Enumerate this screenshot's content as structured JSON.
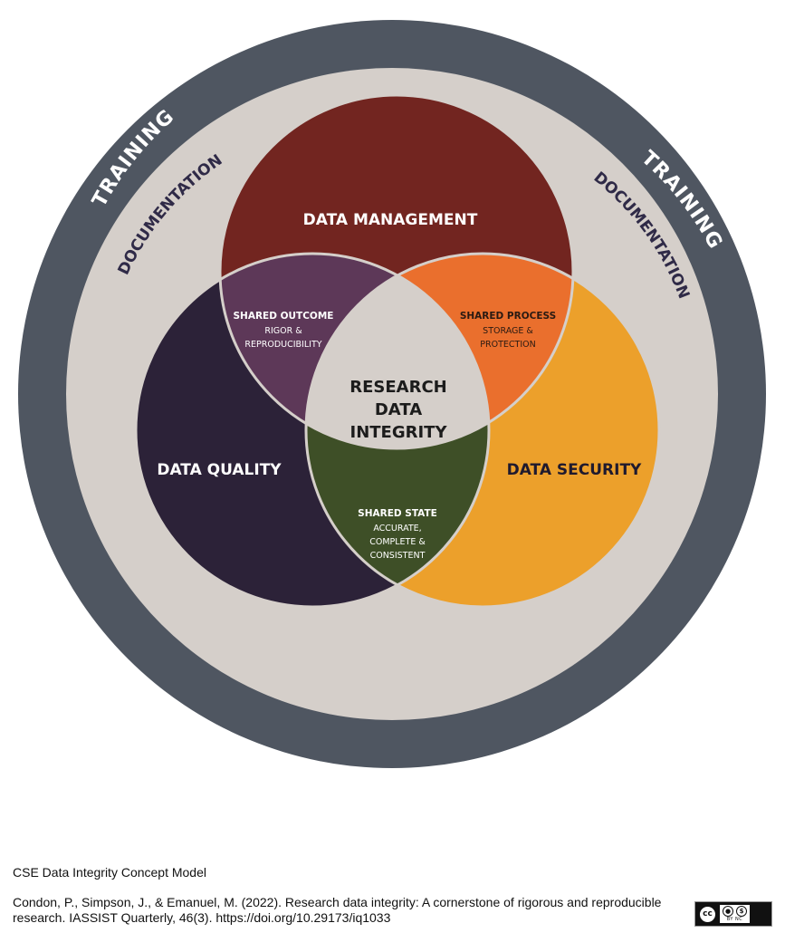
{
  "diagram": {
    "outer_ring": {
      "left_label": "TRAINING",
      "right_label": "TRAINING",
      "color": "#4f5661"
    },
    "inner_ring": {
      "left_label": "DOCUMENTATION",
      "right_label": "DOCUMENTATION",
      "color": "#d5cfca"
    },
    "circles": {
      "management": {
        "label": "DATA MANAGEMENT",
        "color": "#722520"
      },
      "quality": {
        "label": "DATA QUALITY",
        "color": "#2c2238"
      },
      "security": {
        "label": "DATA SECURITY",
        "color": "#eca02b"
      }
    },
    "overlaps": {
      "outcome": {
        "title": "SHARED OUTCOME",
        "line1": "RIGOR &",
        "line2": "REPRODUCIBILITY",
        "color": "#5d3858"
      },
      "process": {
        "title": "SHARED PROCESS",
        "line1": "STORAGE &",
        "line2": "PROTECTION",
        "color": "#ea6f2d"
      },
      "state": {
        "title": "SHARED STATE",
        "line1": "ACCURATE,",
        "line2": "COMPLETE &",
        "line3": "CONSISTENT",
        "color": "#3e4f27"
      }
    },
    "center": {
      "line1": "RESEARCH",
      "line2": "DATA",
      "line3": "INTEGRITY",
      "color": "#d5cfca"
    }
  },
  "caption": {
    "title": "CSE Data Integrity Concept Model",
    "citation": "Condon, P., Simpson, J., & Emanuel, M. (2022). Research data integrity: A cornerstone of rigorous and reproducible research. IASSIST Quarterly, 46(3). https://doi.org/10.29173/iq1033"
  },
  "license": {
    "icon": "cc-by-nc-icon",
    "cc": "cc",
    "by_tag": "BY",
    "nc_tag": "NC"
  }
}
